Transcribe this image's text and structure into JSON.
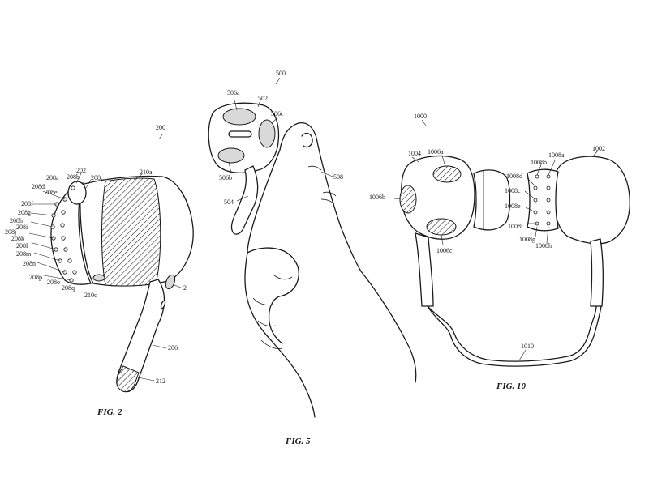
{
  "figures": {
    "fig2": {
      "caption": "FIG. 2",
      "refs": {
        "r200": "200",
        "r202": "202",
        "r206": "206",
        "r208a": "208a",
        "r208b": "208b",
        "r208c": "208c",
        "r208d": "208d",
        "r208e": "208e",
        "r208f": "208f",
        "r208g": "208g",
        "r208h": "208h",
        "r208i": "208i",
        "r208j": "208j",
        "r208k": "208k",
        "r208l": "208l",
        "r208m": "208m",
        "r208n": "208n",
        "r208o": "208o",
        "r208p": "208p",
        "r208q": "208q",
        "r210a": "210a",
        "r210c": "210c",
        "r212": "212",
        "r2": "2"
      }
    },
    "fig5": {
      "caption": "FIG. 5",
      "refs": {
        "r500": "500",
        "r502": "502",
        "r504": "504",
        "r506a": "506a",
        "r506b": "506b",
        "r506c": "506c",
        "r508": "508"
      }
    },
    "fig10": {
      "caption": "FIG. 10",
      "refs": {
        "r1000": "1000",
        "r1002": "1002",
        "r1004": "1004",
        "r1006a": "1006a",
        "r1006b": "1006b",
        "r1006c": "1006c",
        "r1008a": "1008a",
        "r1008b": "1008b",
        "r1008c": "1008c",
        "r1008d": "1008d",
        "r1008e": "1008e",
        "r1008f": "1008f",
        "r1008g": "1008g",
        "r1008h": "1008h",
        "r1010": "1010"
      }
    }
  }
}
